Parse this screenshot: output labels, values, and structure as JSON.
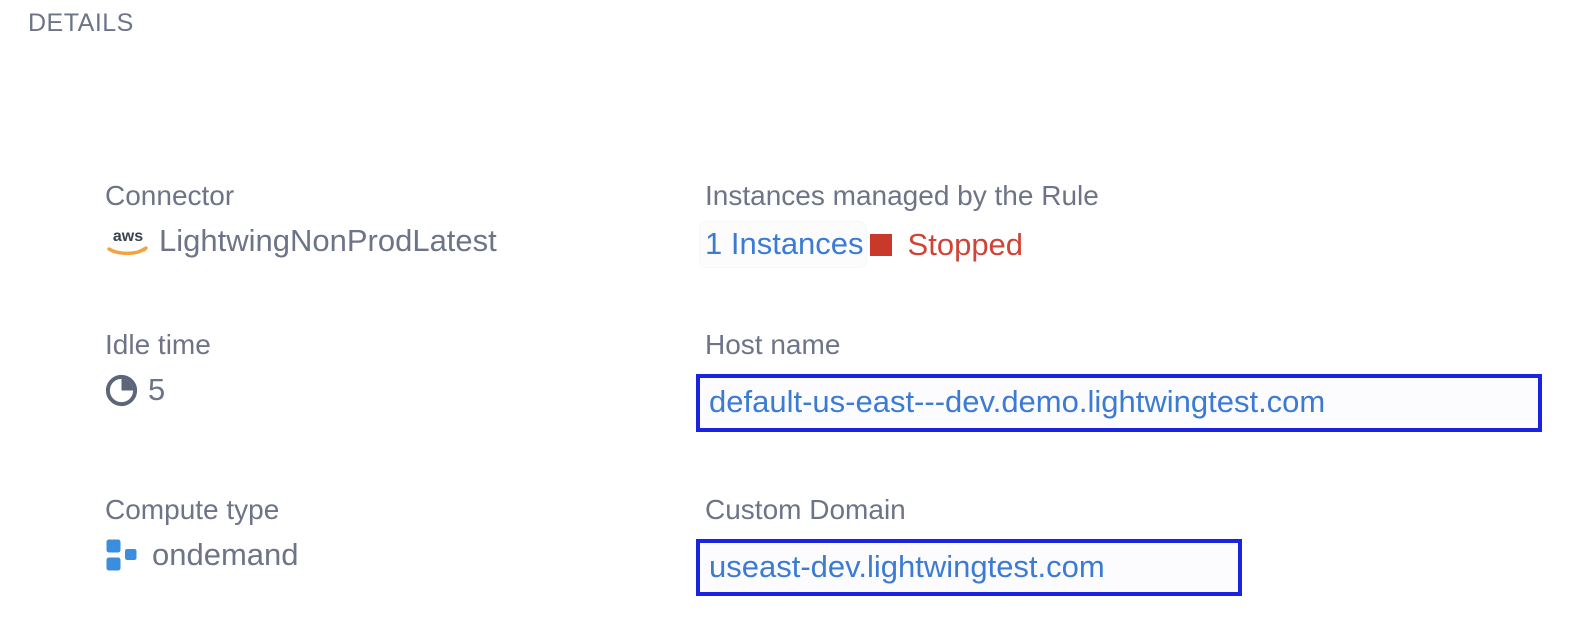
{
  "section": {
    "title": "DETAILS"
  },
  "colors": {
    "label": "#6e7487",
    "value": "#6e7487",
    "link_blue": "#3b7bd4",
    "highlight_border": "#1a23e0",
    "status_red": "#cf4436",
    "swatch_red": "#c9392a",
    "compute_blue": "#3b8ddd",
    "aws_orange": "#f2a33c",
    "aws_dark": "#39434f"
  },
  "fields": {
    "connector": {
      "label": "Connector",
      "icon": "aws-logo-icon",
      "value": "LightwingNonProdLatest"
    },
    "instances": {
      "label": "Instances managed by the Rule",
      "count_text": "1 Instances",
      "status_icon": "stopped-square-icon",
      "status_text": "Stopped"
    },
    "idle_time": {
      "label": "Idle time",
      "icon": "clock-pie-icon",
      "value": "5"
    },
    "host_name": {
      "label": "Host name",
      "value": "default-us-east---dev.demo.lightwingtest.com"
    },
    "compute_type": {
      "label": "Compute type",
      "icon": "compute-squares-icon",
      "value": "ondemand"
    },
    "custom_domain": {
      "label": "Custom Domain",
      "value": "useast-dev.lightwingtest.com"
    }
  }
}
